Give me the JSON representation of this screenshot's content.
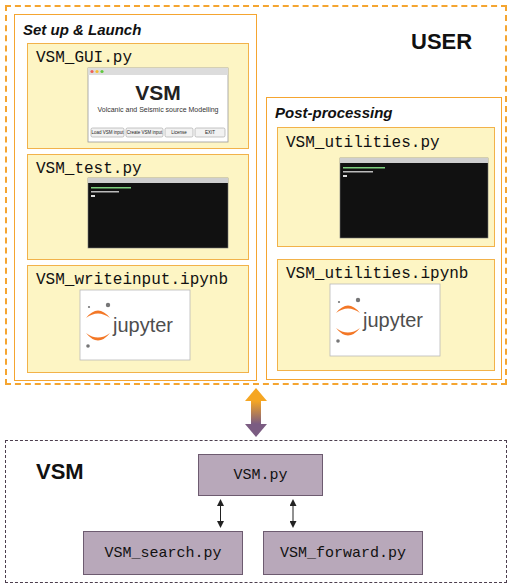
{
  "diagram": {
    "nodes": [
      {
        "text": [
          "USER"
        ]
      },
      {
        "text": [
          "Set up & Launch"
        ],
        "in": 0
      },
      {
        "text": [
          "VSM_GUI.py"
        ],
        "in": 1
      },
      {
        "text": [
          "VSM_test.py"
        ],
        "in": 1
      },
      {
        "text": [
          "VSM_writeinput.ipynb"
        ],
        "in": 1
      },
      {
        "text": [
          "Post-processing"
        ],
        "in": 0
      },
      {
        "text": [
          "VSM_utilities.py"
        ],
        "in": 5
      },
      {
        "text": [
          "VSM_utilities.ipynb"
        ],
        "in": 5
      },
      {
        "text": [
          "VSM"
        ]
      },
      {
        "text": [
          "VSM.py"
        ],
        "in": 8
      },
      {
        "text": [
          "VSM_search.py"
        ],
        "in": 8
      },
      {
        "text": [
          "VSM_forward.py"
        ],
        "in": 8
      }
    ],
    "edges": [
      {
        "from": 0,
        "to": 8,
        "arrow": "both"
      },
      {
        "from": 9,
        "to": 10,
        "arrow": "both"
      },
      {
        "from": 9,
        "to": 11,
        "arrow": "both"
      }
    ],
    "labels": [
      "Volcanic and Seismic source Modelling",
      "VSM",
      "Load VSM input",
      "Create VSM input",
      "License",
      "EXIT",
      "jupyter",
      "jupyter"
    ]
  }
}
